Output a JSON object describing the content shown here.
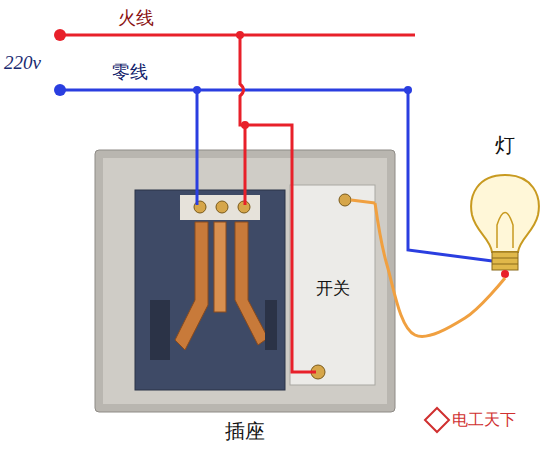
{
  "diagram": {
    "nodes": [
      {
        "text": [
          "插座"
        ]
      },
      {
        "text": [
          "开关"
        ],
        "in": 0
      },
      {
        "text": [
          "灯"
        ]
      }
    ],
    "edges": [
      {
        "from": 1,
        "to": 2,
        "arrow": "none"
      }
    ],
    "labels": [
      "火线",
      "220v",
      "零线",
      "电工天下"
    ]
  }
}
